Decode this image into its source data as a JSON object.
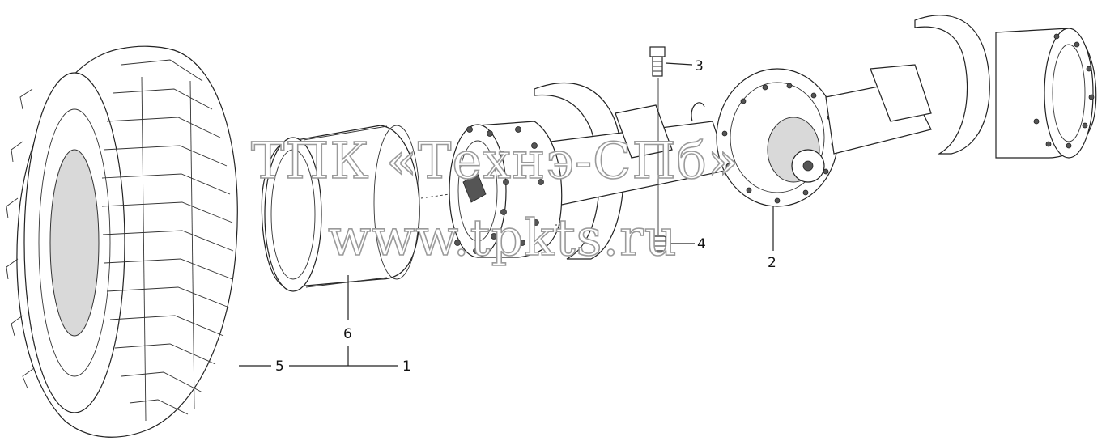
{
  "callouts": {
    "c1": "1",
    "c2": "2",
    "c3": "3",
    "c4": "4",
    "c5": "5",
    "c6": "6"
  },
  "watermark": {
    "line1": "ТПК «Технэ-СПб»",
    "line2": "www.tpkts.ru"
  },
  "colors": {
    "line": "#222222",
    "watermark_outline": "#9a9a9a",
    "background": "#ffffff"
  }
}
